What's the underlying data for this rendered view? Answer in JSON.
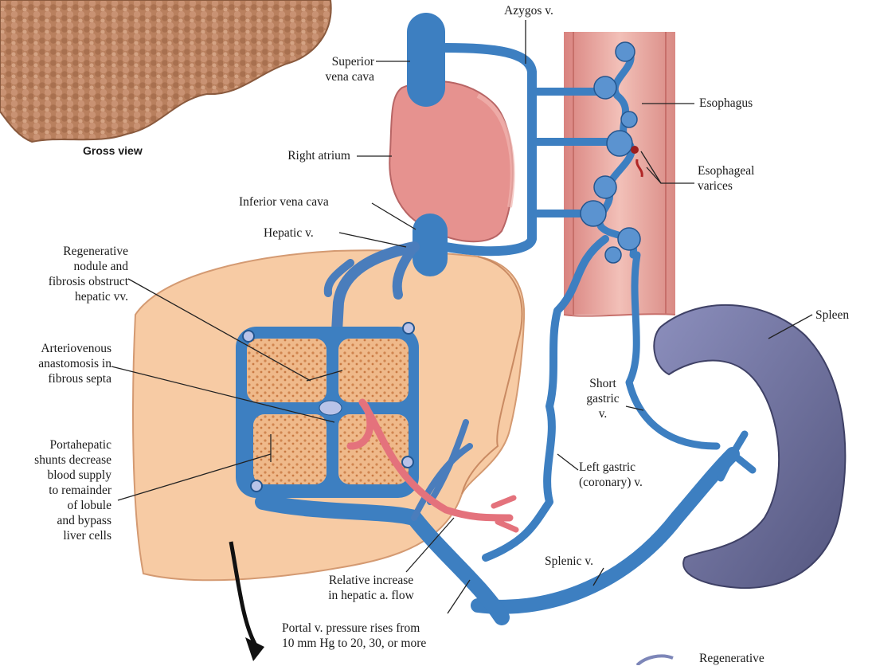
{
  "labels": {
    "azygos": "Azygos v.",
    "svc": "Superior\nvena cava",
    "esophagus": "Esophagus",
    "right_atrium": "Right atrium",
    "gross_view": "Gross view",
    "esophageal_varices": "Esophageal\nvarices",
    "ivc": "Inferior vena cava",
    "hepatic_v": "Hepatic v.",
    "regen_nodule": "Regenerative\nnodule and\nfibrosis obstruct\nhepatic vv.",
    "av_anastomosis": "Arteriovenous\nanastomosis in\nfibrous septa",
    "spleen": "Spleen",
    "short_gastric": "Short\ngastric\nv.",
    "portahepatic": "Portahepatic\nshunts decrease\nblood supply\nto remainder\nof lobule\nand bypass\nliver cells",
    "left_gastric": "Left gastric\n(coronary) v.",
    "splenic_v": "Splenic v.",
    "hepatic_a_flow": "Relative increase\nin hepatic a. flow",
    "portal_pressure": "Portal v. pressure rises from\n10 mm Hg to 20, 30, or more",
    "regenerative_bottom": "Regenerative"
  },
  "colors": {
    "vein": "#3d7fc1",
    "vein_dark": "#24568f",
    "liver": "#f6c9a2",
    "heart": "#e88c8c",
    "esophagus": "#e8a4a0",
    "spleen": "#6d6f9e",
    "artery": "#e06470",
    "leader": "#222222"
  }
}
